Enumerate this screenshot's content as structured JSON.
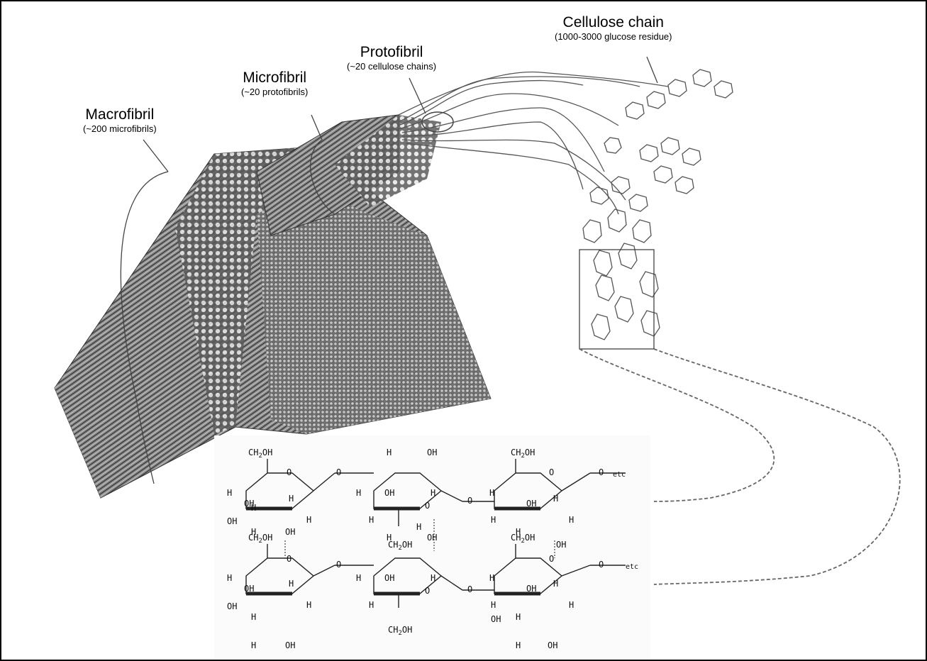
{
  "labels": {
    "macrofibril": {
      "title": "Macrofibril",
      "sub": "(~200 microfibrils)"
    },
    "microfibril": {
      "title": "Microfibril",
      "sub": "(~20 protofibrils)"
    },
    "protofibril": {
      "title": "Protofibril",
      "sub": "(~20 cellulose chains)"
    },
    "cellulose_chain": {
      "title": "Cellulose chain",
      "sub": "(1000-3000 glucose residue)"
    }
  },
  "structure": {
    "ch2oh": "CH",
    "ch2oh_sub": "2",
    "ch2oh_end": "OH",
    "h": "H",
    "oh": "OH",
    "o": "O",
    "etc": "etc"
  },
  "colors": {
    "fiber": "#6e6e6e",
    "fiber_dark": "#3a3a3a",
    "fiber_light": "#d8d8d8",
    "line": "#555555"
  }
}
